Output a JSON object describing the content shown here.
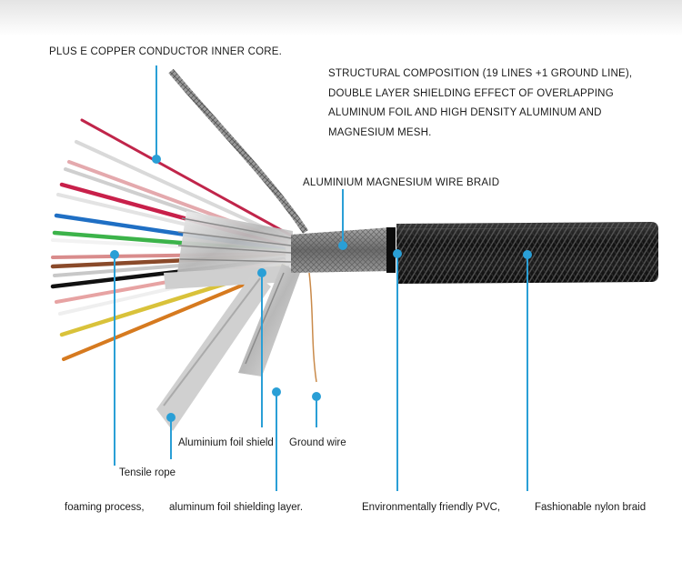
{
  "labels": {
    "copper_core": "PLUS E COPPER CONDUCTOR INNER CORE.",
    "structure_line1": "STRUCTURAL COMPOSITION (19 LINES +1 GROUND LINE),",
    "structure_line2": "DOUBLE LAYER SHIELDING EFFECT OF OVERLAPPING",
    "structure_line3": "ALUMINUM FOIL AND HIGH DENSITY ALUMINUM AND",
    "structure_line4": "MAGNESIUM MESH.",
    "wire_braid": "ALUMINIUM MAGNESIUM WIRE BRAID",
    "foil_shield": "Aluminium foil shield",
    "ground_wire": "Ground wire",
    "tensile_rope": "Tensile rope",
    "foaming": "foaming process,",
    "foil_layer": "aluminum foil shielding layer.",
    "pvc": "Environmentally friendly PVC,",
    "nylon_braid": "Fashionable nylon braid"
  },
  "colors": {
    "accent_marker": "#2a9fd6",
    "jacket": "#141414",
    "braid": "#8c8c8c",
    "foil": "#d8d8d8"
  }
}
